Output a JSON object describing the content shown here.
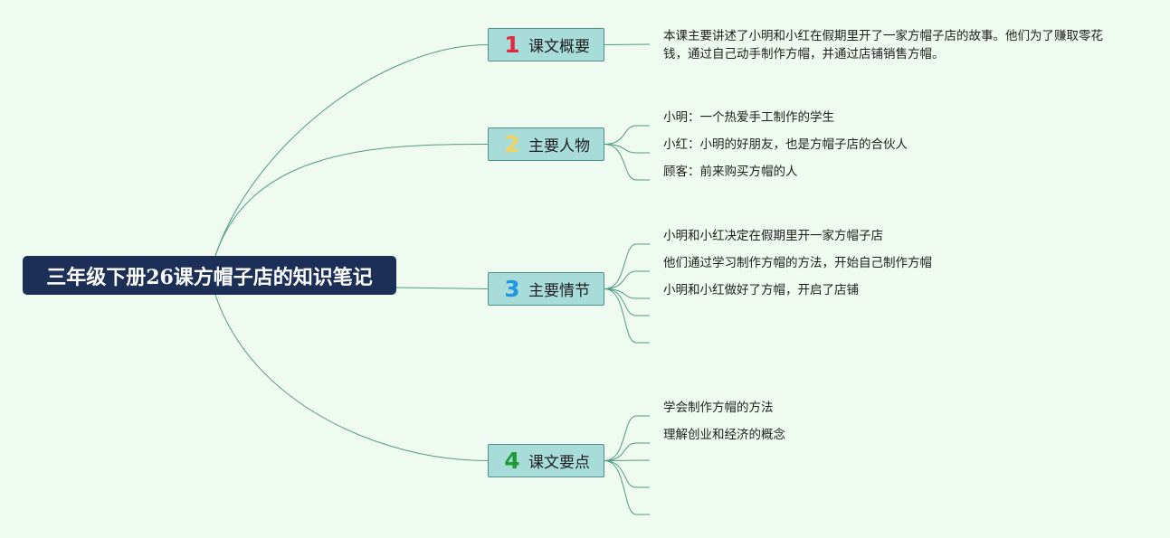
{
  "root": {
    "title": "三年级下册26课方帽子店的知识笔记"
  },
  "colors": {
    "background": "#effaf1",
    "root_fill": "#1c3057",
    "topic_fill": "#a8dcd9",
    "topic_border": "#4f8f86",
    "connector": "#4f9a86"
  },
  "topics": [
    {
      "number": "1",
      "number_color": "#e02a45",
      "label": "课文概要",
      "items": [
        "本课主要讲述了小明和小红在假期里开了一家方帽子店的故事。他们为了赚取零花钱，通过自己动手制作方帽，并通过店铺销售方帽。"
      ],
      "empty_branches": 0
    },
    {
      "number": "2",
      "number_color": "#f2d462",
      "label": "主要人物",
      "items": [
        "小明：一个热爱手工制作的学生",
        "小红：小明的好朋友，也是方帽子店的合伙人",
        "顾客：前来购买方帽的人"
      ],
      "empty_branches": 0
    },
    {
      "number": "3",
      "number_color": "#2196e0",
      "label": "主要情节",
      "items": [
        "小明和小红决定在假期里开一家方帽子店",
        "他们通过学习制作方帽的方法，开始自己制作方帽",
        "小明和小红做好了方帽，开启了店铺"
      ],
      "empty_branches": 2
    },
    {
      "number": "4",
      "number_color": "#1f9a3a",
      "label": "课文要点",
      "items": [
        "学会制作方帽的方法",
        "理解创业和经济的概念"
      ],
      "empty_branches": 3
    }
  ]
}
